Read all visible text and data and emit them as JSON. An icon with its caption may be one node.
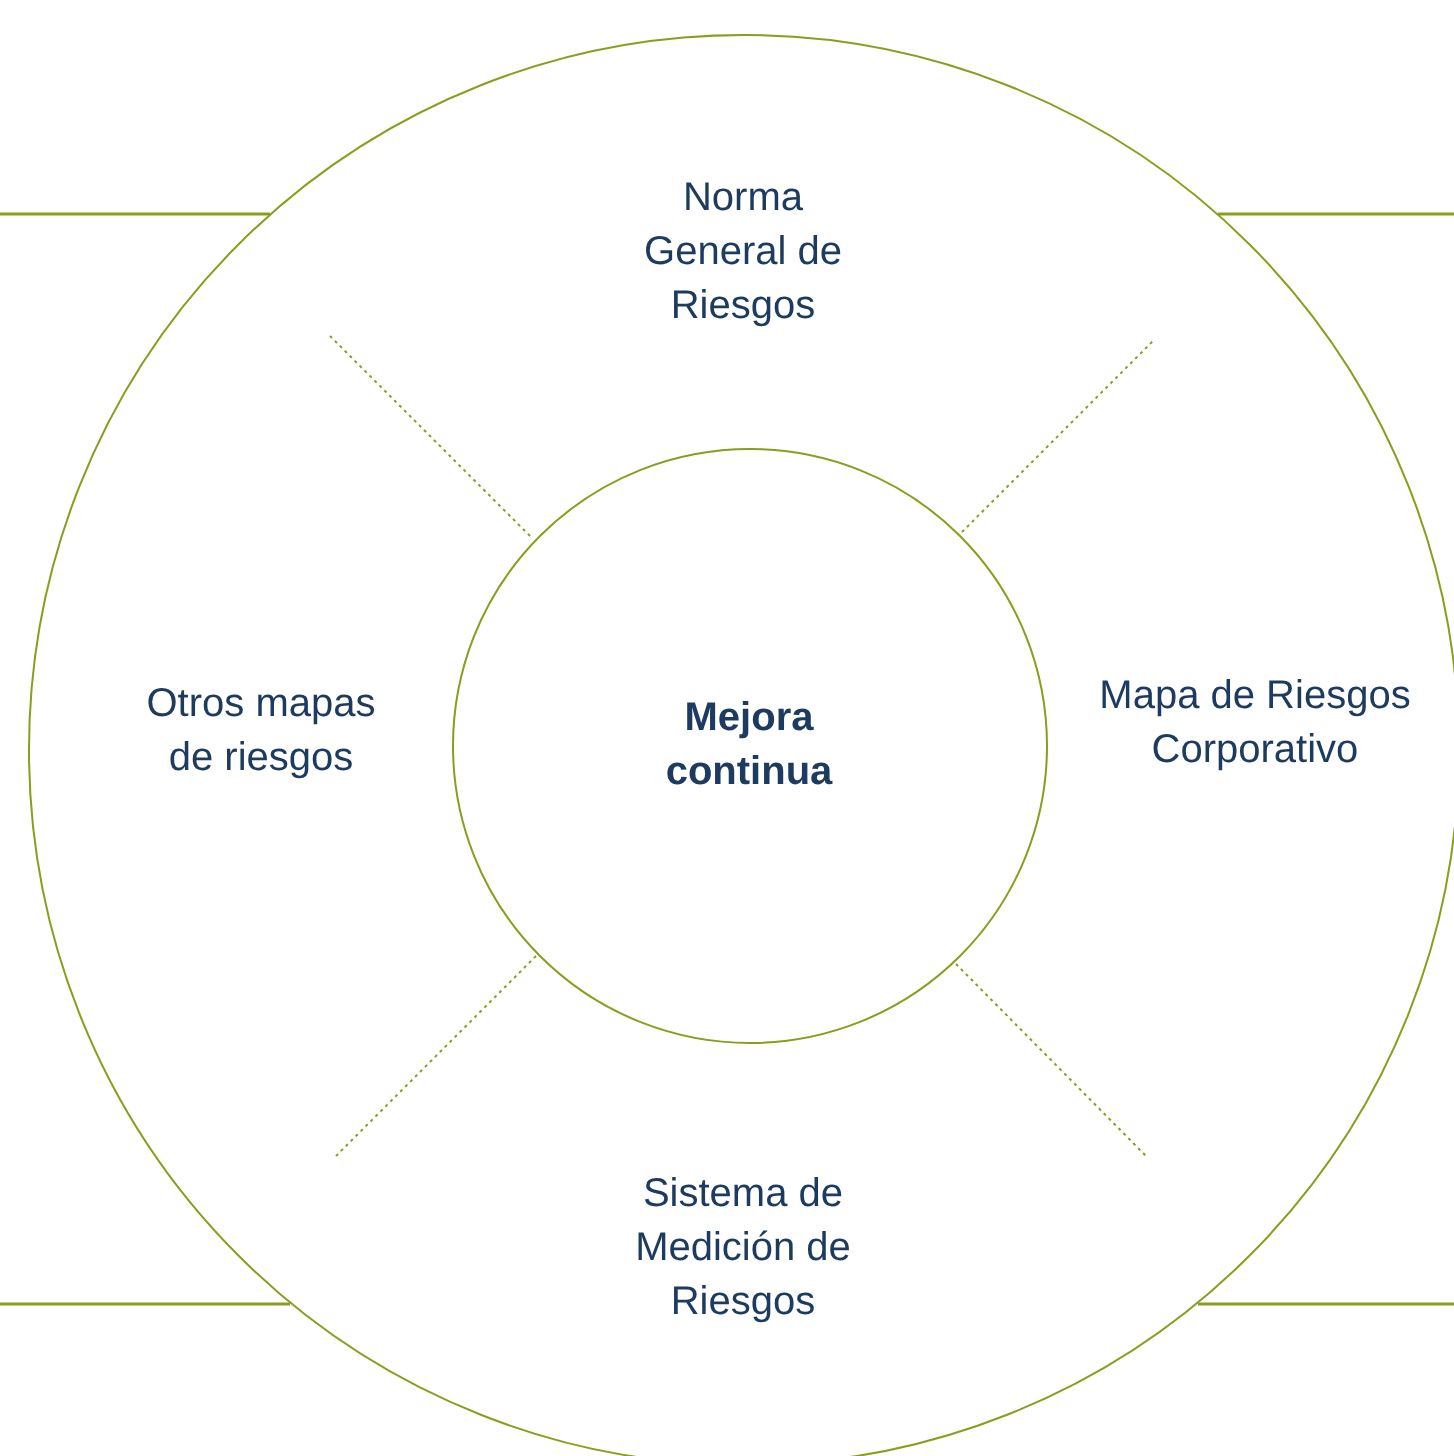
{
  "diagram": {
    "nodes": [
      {
        "text": [],
        "shape": "circle"
      },
      {
        "text": [
          "Norma General de Riesgos"
        ],
        "in": 0
      },
      {
        "text": [
          "Otros mapas de riesgos"
        ],
        "in": 0
      },
      {
        "text": [
          "Mapa de Riesgos Corporativo"
        ],
        "in": 0
      },
      {
        "text": [
          "Sistema de Medición de Riesgos"
        ],
        "in": 0
      },
      {
        "text": [
          "Mejora continua"
        ],
        "in": 0
      }
    ]
  }
}
